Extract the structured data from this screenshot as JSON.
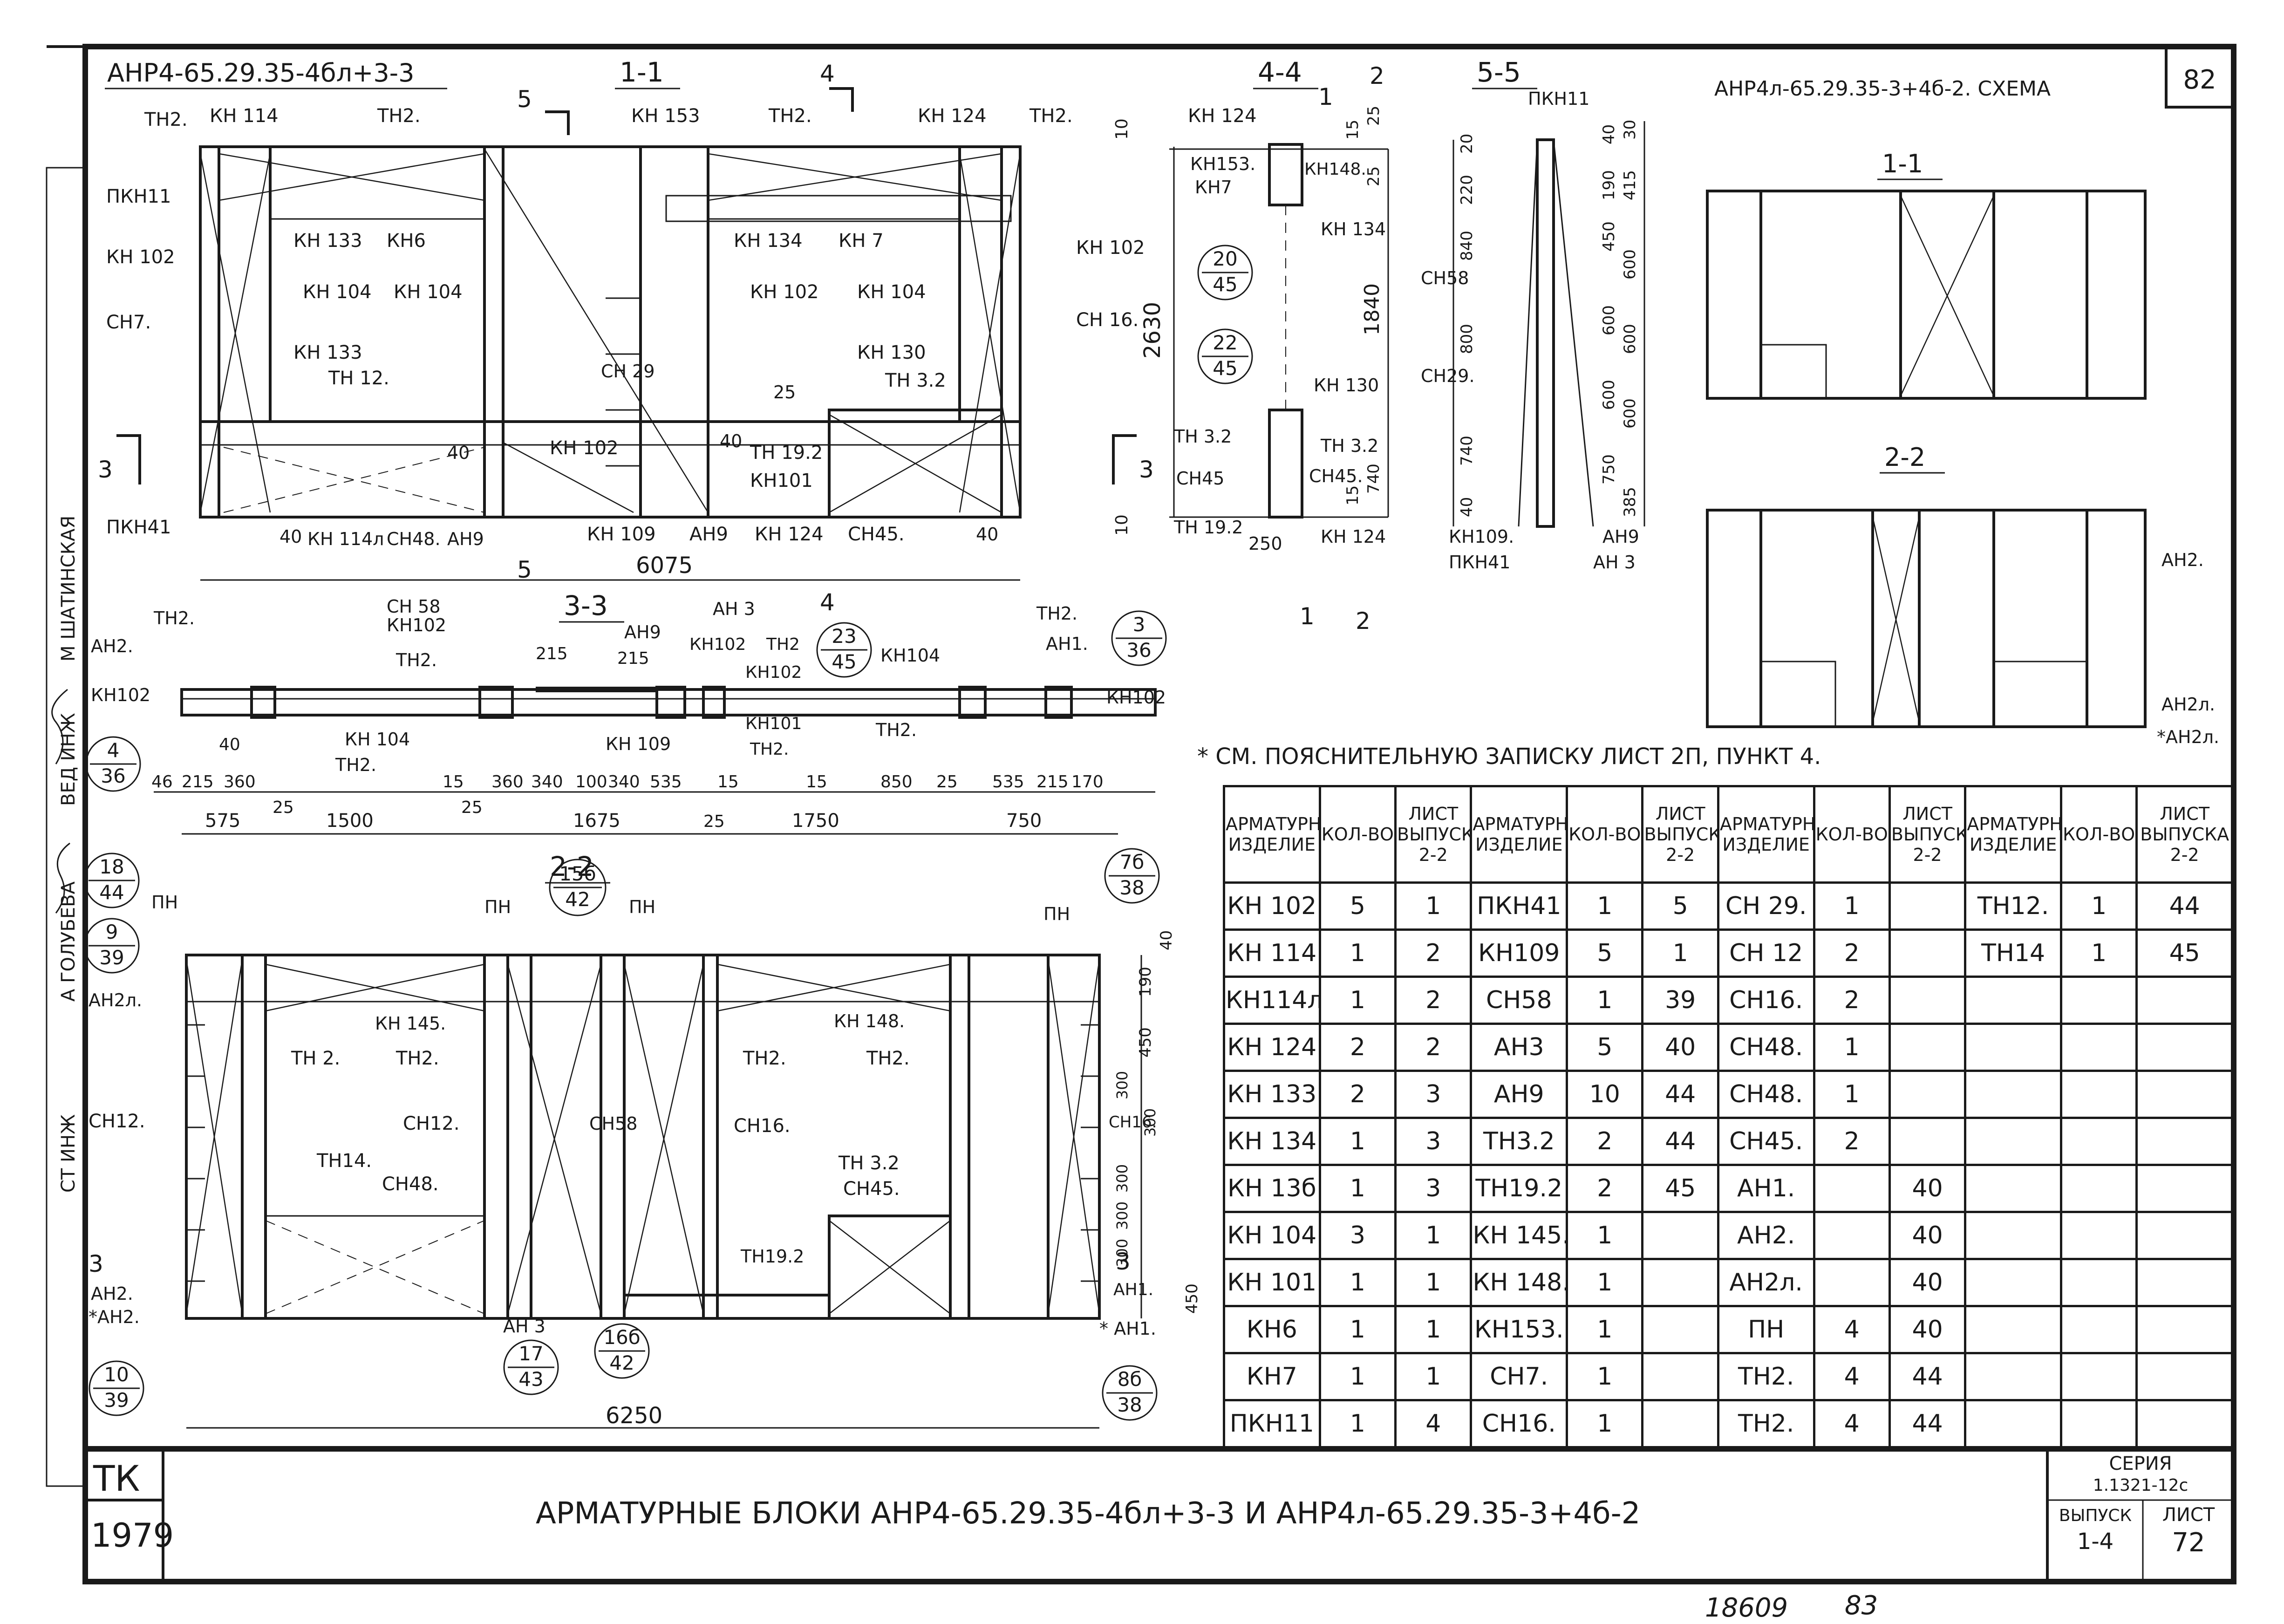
{
  "sheet_number": "82",
  "left_block_title": "АНР4-65.29.35-4бл+3-3",
  "right_block_title": "АНР4л-65.29.35-3+4б-2. СХЕМА",
  "section_labels": {
    "s11": "1-1",
    "s44": "4-4",
    "s55": "5-5",
    "s33": "3-3",
    "s22": "2-2",
    "r11": "1-1",
    "r22": "2-2",
    "cut1": "1",
    "cut2": "2",
    "cut3": "3",
    "cut4": "4",
    "cut5": "5"
  },
  "elevation_labels": {
    "th2_a": "ТН2.",
    "kn114": "КН 114",
    "th2_b": "ТН2.",
    "kn153": "КН 153",
    "th2_c": "ТН2.",
    "kn124": "КН 124",
    "th2_d": "ТН2.",
    "pkn11": "ПКН11",
    "kn102_l": "КН 102",
    "sn7": "СН7.",
    "kn133_a": "КН 133",
    "kn6": "КН6",
    "kn104_a": "КН 104",
    "kn104_b": "КН 104",
    "kn133_b": "КН 133",
    "th12": "ТН 12.",
    "sn29": "СН 29",
    "kn134": "КН 134",
    "kn7": "КН 7",
    "kn102_m": "КН 102",
    "kn104_c": "КН 104",
    "kn130": "КН 130",
    "th32": "ТН 3.2",
    "kn102_r": "КН 102",
    "sn16": "СН 16.",
    "kn102_b": "КН 102",
    "th192": "ТН 19.2",
    "kn101": "КН101",
    "pkn41": "ПКН41",
    "kn114l": "КН 114л",
    "sn48": "СН48.",
    "an9": "АН9",
    "kn109": "КН 109",
    "an9_b": "АН9",
    "kn124_b": "КН 124",
    "sn45": "СН45.",
    "d40_a": "40",
    "d40_b": "40",
    "d40_c": "40",
    "d40_d": "40",
    "d25": "25",
    "width": "6075",
    "height": "2630",
    "d10_a": "10",
    "d10_b": "10"
  },
  "section44_labels": {
    "kn124": "КН 124",
    "kn153": "КН153.",
    "kn7": "КН7",
    "kn148": "КН148.",
    "kn134": "КН 134",
    "c1_num": "20",
    "c1_den": "45",
    "c2_num": "22",
    "c2_den": "45",
    "kn130": "КН 130",
    "th32_a": "ТН 3.2",
    "th32_b": "ТН 3.2",
    "sn45_a": "СН45",
    "sn45_b": "СН45.",
    "th192": "ТН 19.2",
    "kn124_b": "КН 124",
    "d250": "250",
    "d1840": "1840",
    "d740": "740",
    "d25_a": "25",
    "d25_b": "25",
    "d15_a": "15",
    "d15_b": "15"
  },
  "section55_labels": {
    "pkn11": "ПКН11",
    "sn58": "СН58",
    "sn29": "СН29.",
    "kn109": "КН109.",
    "pkn41": "ПКН41",
    "an9": "АН9",
    "an3": "АН 3",
    "d20": "20",
    "d220": "220",
    "d840": "840",
    "d800": "800",
    "d740": "740",
    "d40": "40",
    "d40b": "40",
    "d190": "190",
    "d450": "450",
    "d600a": "600",
    "d600b": "600",
    "d750": "750",
    "d385": "385",
    "d30": "30",
    "d415": "415",
    "d600c": "600",
    "d600d": "600",
    "d600e": "600"
  },
  "section33_labels": {
    "sn58": "СН 58",
    "kn102_a": "КН102",
    "an3": "АН 3",
    "an9": "АН9",
    "th2_a": "ТН2.",
    "an2": "АН2.",
    "kn102_l": "КН102",
    "th2_b": "ТН2.",
    "kn102_b": "КН102",
    "th2_c": "ТН2",
    "c_num": "23",
    "c_den": "45",
    "kn104_a": "КН104",
    "th2_d": "ТН2.",
    "an1": "АН1.",
    "c2_num": "3",
    "c2_den": "36",
    "kn102_r": "КН102",
    "kn102_c": "КН102",
    "kn104_b": "КН 104",
    "th2_e": "ТН2.",
    "kn109": "КН 109",
    "kn101": "КН101",
    "th2_f": "ТН2.",
    "th2_g": "ТН2.",
    "c3_num": "4",
    "c3_den": "36",
    "d215_a": "215",
    "d215_b": "215",
    "dims_top": [
      "46",
      "215",
      "360",
      "40",
      "15",
      "360",
      "340",
      "100",
      "340",
      "535",
      "15",
      "15",
      "850",
      "25",
      "535",
      "215",
      "170"
    ],
    "dims_bottom": [
      "575",
      "25",
      "1500",
      "25",
      "1675",
      "25",
      "1750",
      "750"
    ]
  },
  "plan_labels": {
    "c1_num": "18",
    "c1_den": "44",
    "pn_a": "ПН",
    "c2_num": "9",
    "c2_den": "39",
    "an2l": "АН2л.",
    "c3_num": "15б",
    "c3_den": "42",
    "pn_b": "ПН",
    "pn_c": "ПН",
    "c4_num": "7б",
    "c4_den": "38",
    "pn_d": "ПН",
    "kn145": "КН 145.",
    "kn148": "КН 148.",
    "th2_a": "ТН 2.",
    "th2_b": "ТН2.",
    "th2_c": "ТН2.",
    "th2_d": "ТН2.",
    "sn12_l": "СН12.",
    "sn12_m": "СН12.",
    "sn58": "СН58",
    "sn16": "СН16.",
    "sn16_r": "СН16.",
    "th14": "ТН14.",
    "sn48": "СН48.",
    "th32": "ТН 3.2",
    "sn45": "СН45.",
    "th192": "ТН19.2",
    "an2": "АН2.",
    "an2s": "*АН2.",
    "an1": "АН1.",
    "an1s": "* АН1.",
    "an3": "АН 3",
    "c5_num": "17",
    "c5_den": "43",
    "c6_num": "16б",
    "c6_den": "42",
    "c7_num": "10",
    "c7_den": "39",
    "c8_num": "8б",
    "c8_den": "38",
    "width": "6250",
    "d40": "40",
    "d190": "190",
    "d450a": "450",
    "d300a": "300",
    "d300b": "300",
    "d300c": "300",
    "d300d": "300",
    "d300e": "300",
    "d450b": "450"
  },
  "schema_labels": {
    "an2": "АН2.",
    "an2l": "АН2л.",
    "an2ls": "*АН2л."
  },
  "note": "* СМ. ПОЯСНИТЕЛЬНУЮ ЗАПИСКУ ЛИСТ 2П, ПУНКТ 4.",
  "schedule": {
    "headers": [
      "АРМАТУРН ИЗДЕЛИЕ",
      "КОЛ-ВО",
      "ЛИСТ ВЫПУСКА 2-2"
    ],
    "rows": [
      [
        "КН 102",
        "5",
        "1",
        "ПКН41",
        "1",
        "5",
        "СН 29.",
        "1",
        "",
        "ТН12.",
        "1",
        "44"
      ],
      [
        "КН 114",
        "1",
        "2",
        "КН109",
        "5",
        "1",
        "СН 12",
        "2",
        "",
        "ТН14",
        "1",
        "45"
      ],
      [
        "КН114л",
        "1",
        "2",
        "СН58",
        "1",
        "39",
        "СН16.",
        "2",
        "",
        "",
        "",
        ""
      ],
      [
        "КН 124",
        "2",
        "2",
        "АН3",
        "5",
        "40",
        "СН48.",
        "1",
        "",
        "",
        "",
        ""
      ],
      [
        "КН 133",
        "2",
        "3",
        "АН9",
        "10",
        "44",
        "СН48.",
        "1",
        "",
        "",
        "",
        ""
      ],
      [
        "КН 134",
        "1",
        "3",
        "ТН3.2",
        "2",
        "44",
        "СН45.",
        "2",
        "",
        "",
        "",
        ""
      ],
      [
        "КН 13б",
        "1",
        "3",
        "ТН19.2",
        "2",
        "45",
        "АН1.",
        "",
        "40",
        "",
        "",
        ""
      ],
      [
        "КН 104",
        "3",
        "1",
        "КН 145.",
        "1",
        "",
        "АН2.",
        "",
        "40",
        "",
        "",
        ""
      ],
      [
        "КН 101",
        "1",
        "1",
        "КН 148.",
        "1",
        "",
        "АН2л.",
        "",
        "40",
        "",
        "",
        ""
      ],
      [
        "КН6",
        "1",
        "1",
        "КН153.",
        "1",
        "",
        "ПН",
        "4",
        "40",
        "",
        "",
        ""
      ],
      [
        "КН7",
        "1",
        "1",
        "СН7.",
        "1",
        "",
        "ТН2.",
        "4",
        "44",
        "",
        "",
        ""
      ],
      [
        "ПКН11",
        "1",
        "4",
        "СН16.",
        "1",
        "",
        "ТН2.",
        "4",
        "44",
        "",
        "",
        ""
      ]
    ]
  },
  "title_block": {
    "org": "ТК",
    "year": "1979",
    "title": "АРМАТУРНЫЕ БЛОКИ АНР4-65.29.35-4бл+3-3 И АНР4л-65.29.35-3+4б-2",
    "series_label": "СЕРИЯ",
    "series_value": "1.1321-12с",
    "issue_label": "ВЫПУСК",
    "issue_value": "1-4",
    "sheet_label": "ЛИСТ",
    "sheet_value": "72"
  },
  "side_stamp": {
    "rows": [
      "СТ ИНЖ",
      "А ГОЛУБЕВА",
      "ВЕД ИНЖ",
      "М ШАТИНСКАЯ"
    ]
  },
  "footer": {
    "inventory": "18609",
    "page": "83"
  }
}
